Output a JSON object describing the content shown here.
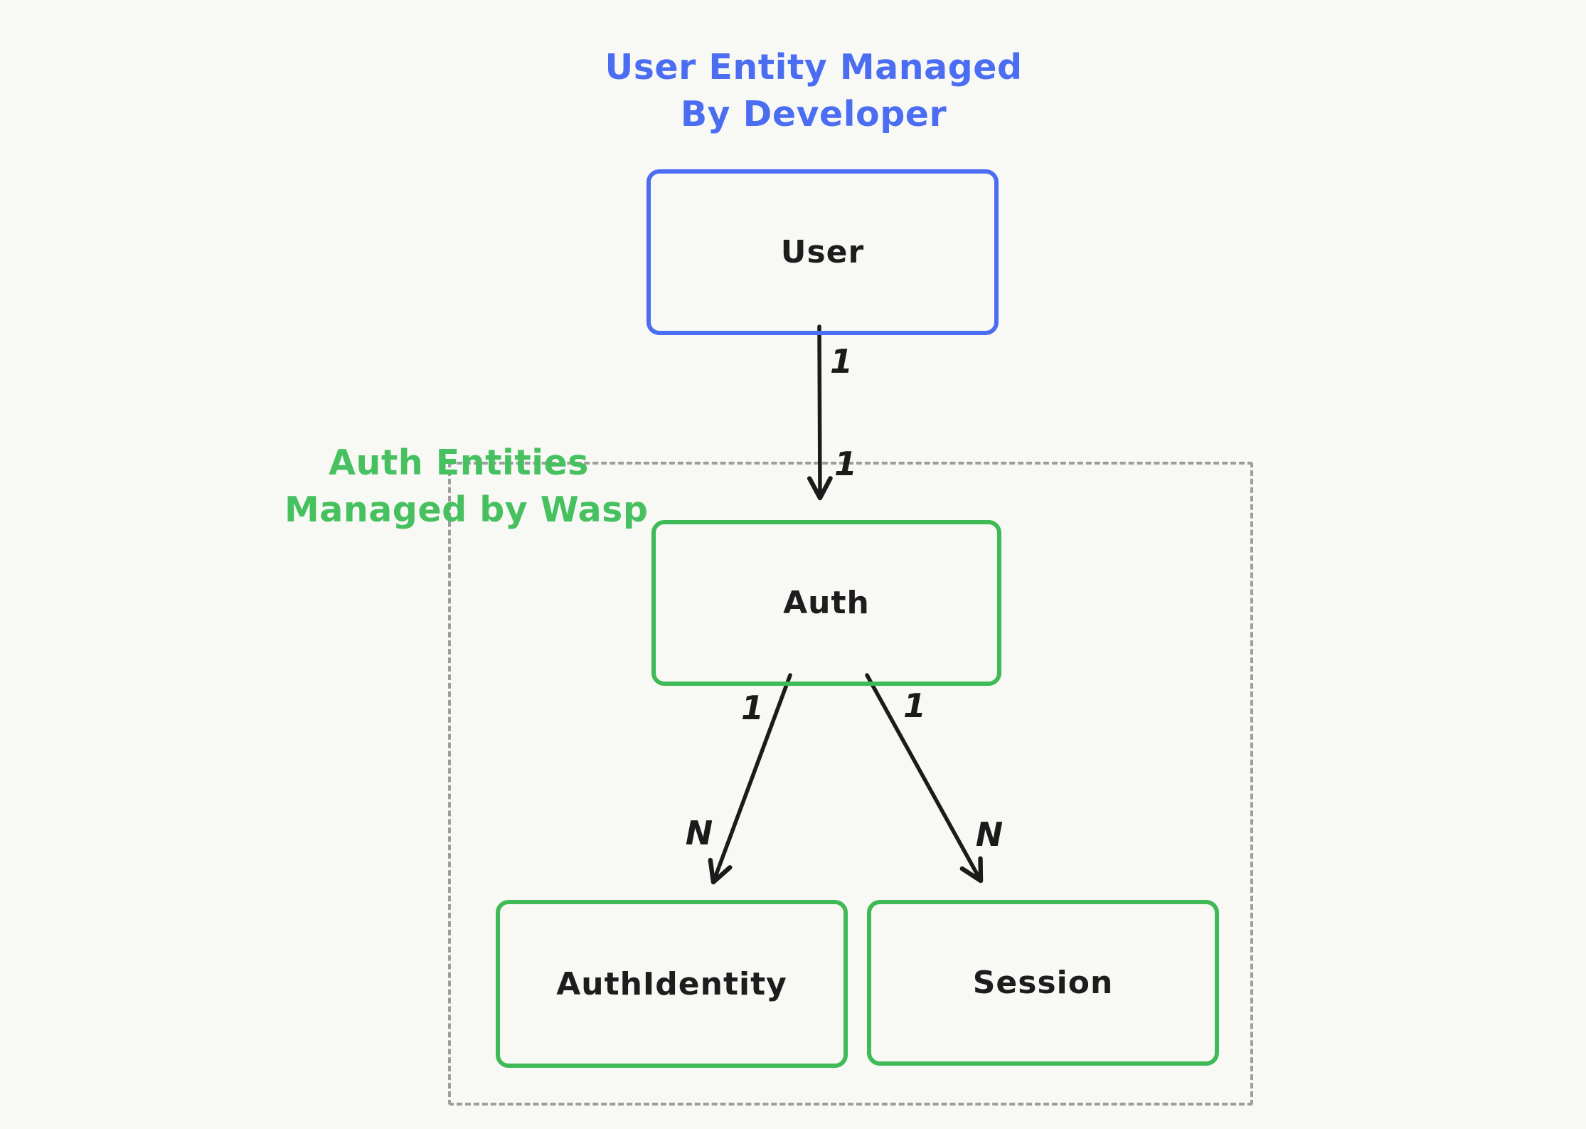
{
  "annotations": {
    "user_entity_label": {
      "line1": "User Entity Managed",
      "line2": "By Developer",
      "color": "#4a6df2"
    },
    "auth_entities_label": {
      "line1": "Auth Entities",
      "line2": "Managed by Wasp",
      "color": "#47c160"
    }
  },
  "nodes": {
    "user": {
      "label": "User",
      "border_color": "#4a6df2"
    },
    "auth": {
      "label": "Auth",
      "border_color": "#3eba57"
    },
    "auth_identity": {
      "label": "AuthIdentity",
      "border_color": "#3eba57"
    },
    "session": {
      "label": "Session",
      "border_color": "#3eba57"
    }
  },
  "edges": {
    "user_to_auth": {
      "source_cardinality": "1",
      "target_cardinality": "1"
    },
    "auth_to_auth_identity": {
      "source_cardinality": "1",
      "target_cardinality": "N"
    },
    "auth_to_session": {
      "source_cardinality": "1",
      "target_cardinality": "N"
    }
  },
  "colors": {
    "background": "#f8f8f5",
    "arrow": "#1b1b1b",
    "dashed_border": "#9d9d9d"
  }
}
